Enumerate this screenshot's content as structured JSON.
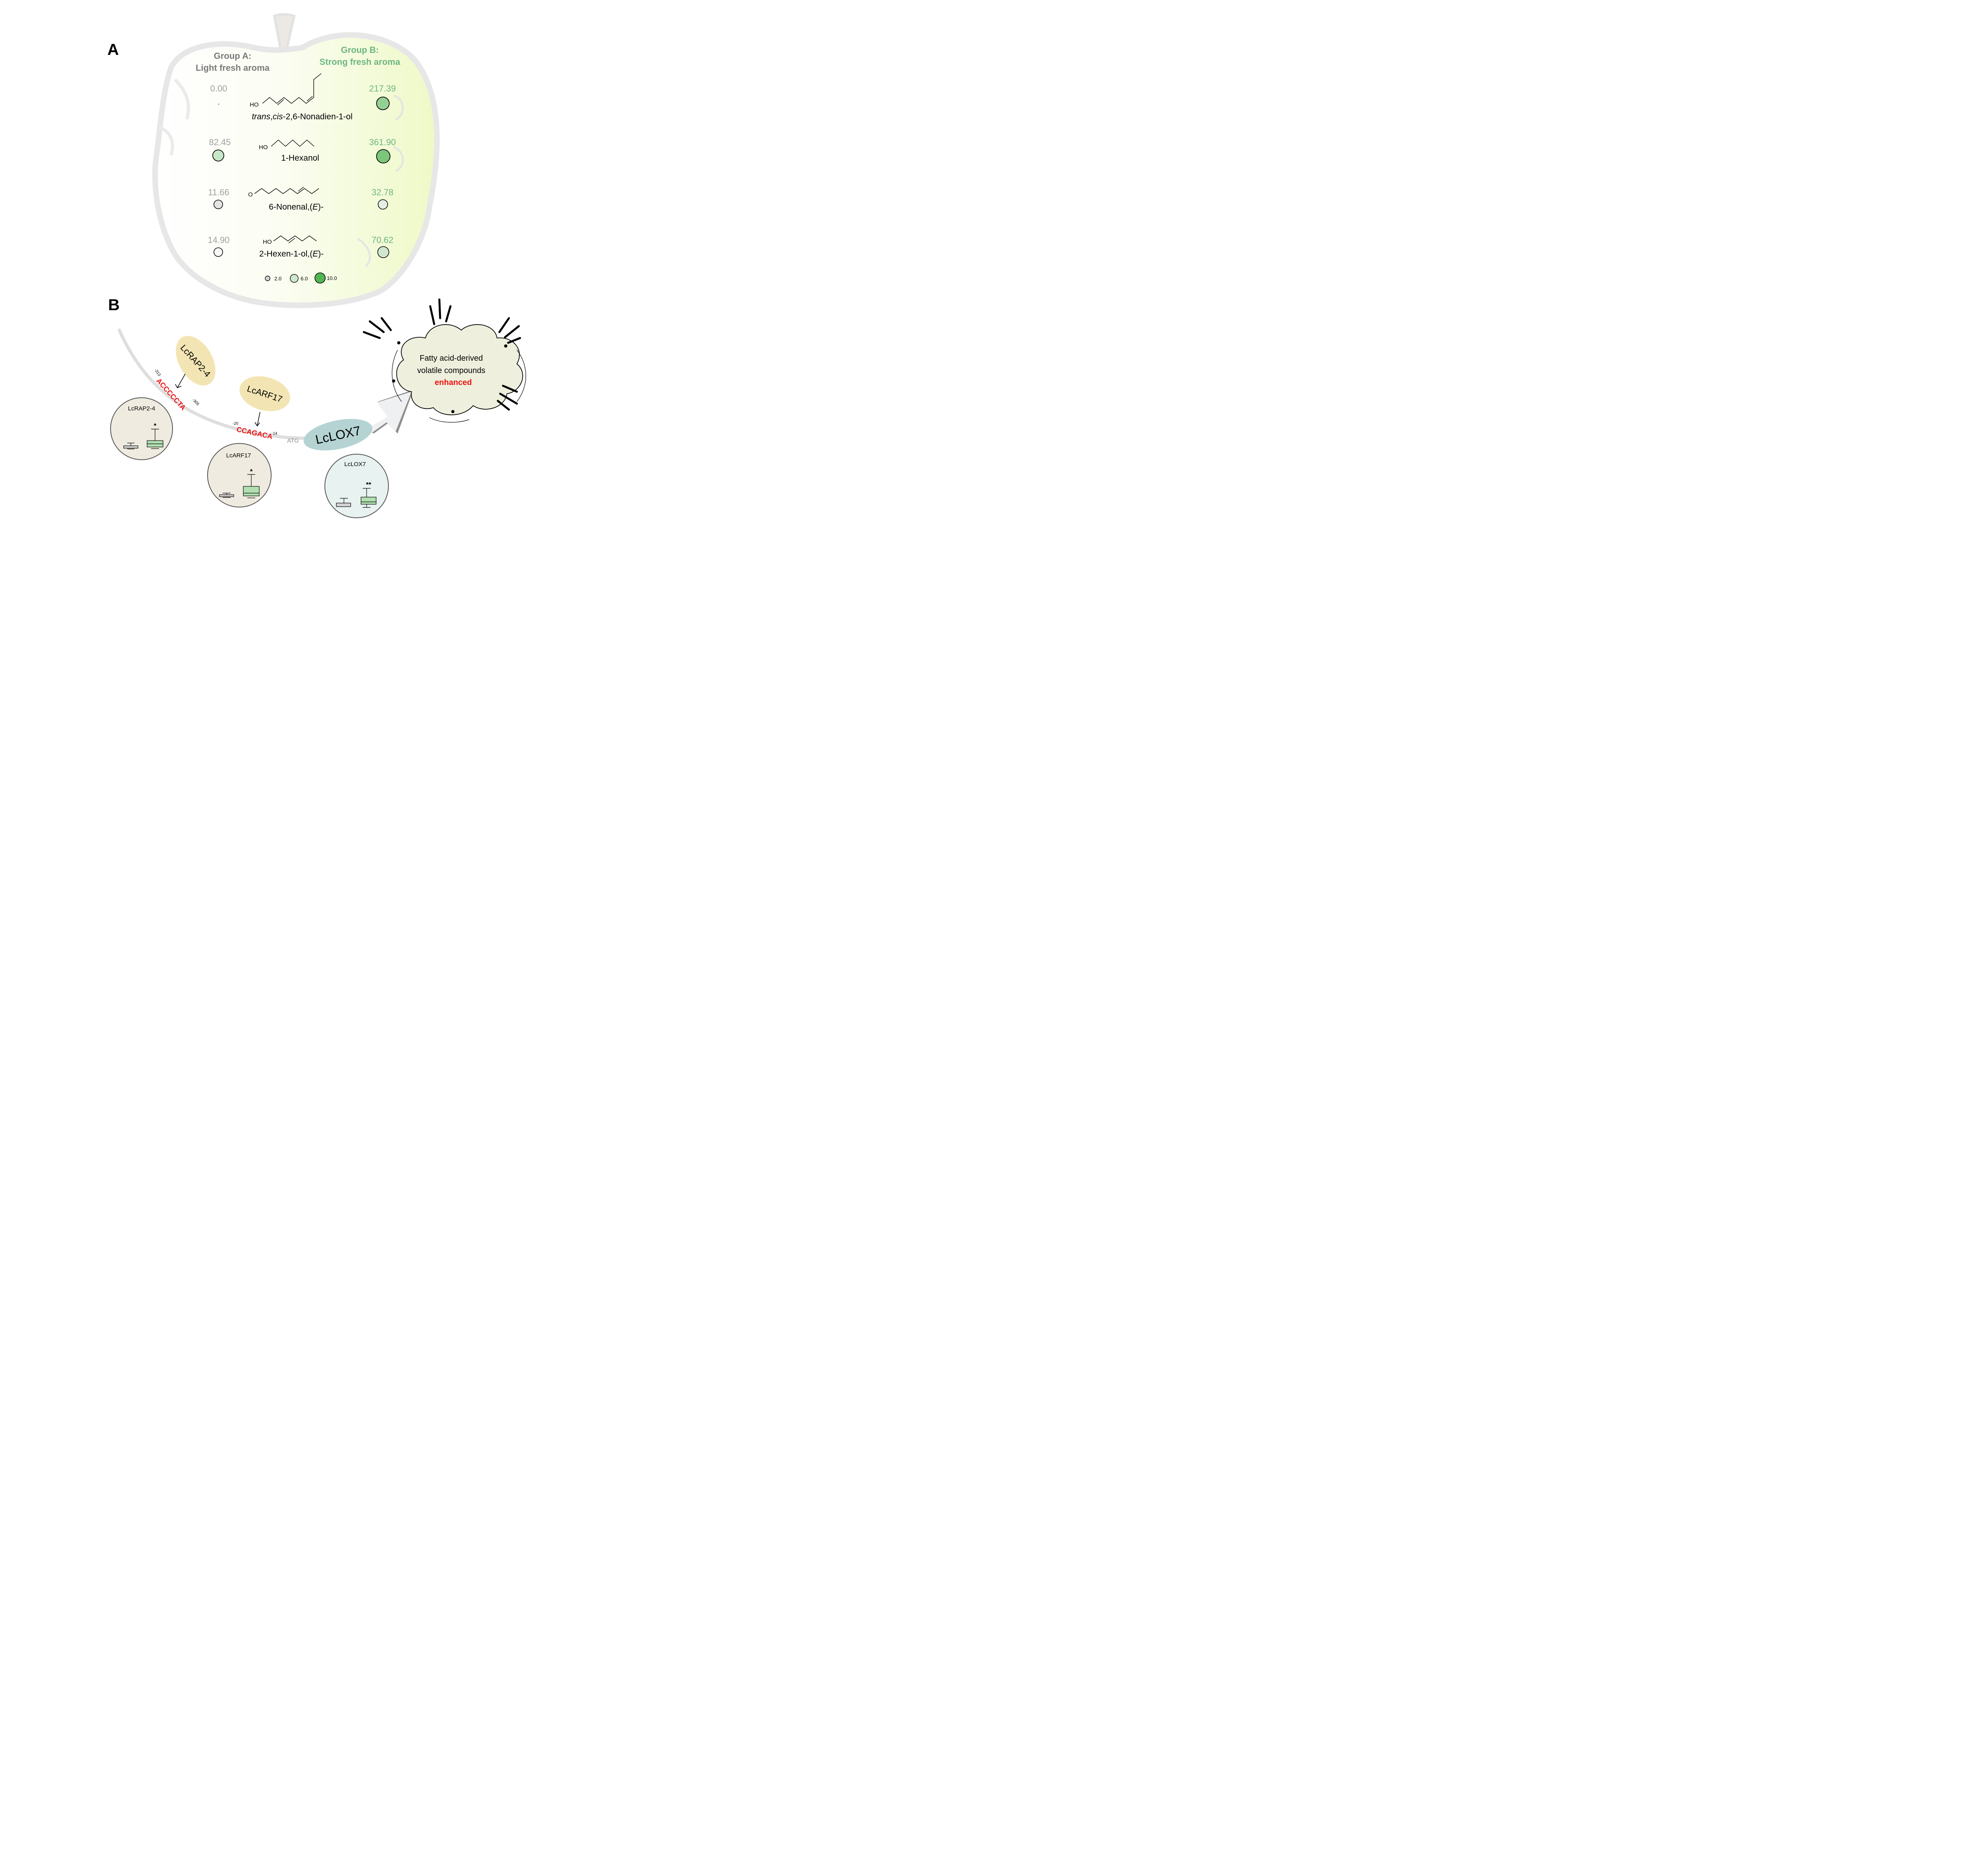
{
  "panel_a": {
    "label": "A",
    "group_a": {
      "line1": "Group A:",
      "line2": "Light fresh aroma",
      "color": "#7a7a7a"
    },
    "group_b": {
      "line1": "Group B:",
      "line2": "Strong fresh aroma",
      "color": "#6db682"
    },
    "compounds": [
      {
        "name_italic": "trans",
        "name_sep": ",",
        "name_italic2": "cis",
        "name_rest": "-2,6-Nonadien-1-ol",
        "a_value": "0.00",
        "b_value": "217.39",
        "a_fc": 0.0,
        "b_fc": 7.0,
        "structure_label": "HO"
      },
      {
        "name_plain": "1-Hexanol",
        "a_value": "82.45",
        "b_value": "361.90",
        "a_fc": 5.5,
        "b_fc": 8.5,
        "structure_label": "HO"
      },
      {
        "name_plain": "6-Nonenal,(",
        "name_italic": "E",
        "name_tail": ")-",
        "a_value": "11.66",
        "b_value": "32.78",
        "a_fc": 3.0,
        "b_fc": 4.0,
        "structure_label": "O"
      },
      {
        "name_plain": "2-Hexen-1-ol,(",
        "name_italic": "E",
        "name_tail": ")-",
        "a_value": "14.90",
        "b_value": "70.62",
        "a_fc": 3.0,
        "b_fc": 6.0,
        "structure_label": "HO"
      }
    ],
    "legend": [
      {
        "label": "2.0",
        "color": "#d3d3d3"
      },
      {
        "label": "6.0",
        "color": "#cfe9cf"
      },
      {
        "label": "10.0",
        "color": "#52b552"
      }
    ]
  },
  "panel_b": {
    "label": "B",
    "tf1": {
      "name": "LcRAP2-4",
      "motif": "ACCCCCTA",
      "start": "-313",
      "end": "-305"
    },
    "tf2": {
      "name": "LcARF17",
      "motif": "CCAGACA",
      "start": "-20",
      "end": "-14"
    },
    "atg": "ATG",
    "gene": "LcLOX7",
    "cloud": {
      "line1": "Fatty acid-derived",
      "line2": "volatile compounds",
      "line3": "enhanced"
    },
    "boxplots": [
      {
        "title": "LcRAP2-4",
        "sig": "*",
        "bg": "#efebe0"
      },
      {
        "title": "LcARF17",
        "sig": "*",
        "bg": "#efebe0"
      },
      {
        "title": "LcLOX7",
        "sig": "**",
        "bg": "#e8f2f1"
      }
    ],
    "colors": {
      "motif": "#ee1111",
      "enhanced": "#ee1111",
      "tf_fill": "#f3e5b3",
      "gene_fill": "#b5d3d3",
      "box_a": "#d3d3d3",
      "box_b": "#b0e0b0"
    }
  }
}
